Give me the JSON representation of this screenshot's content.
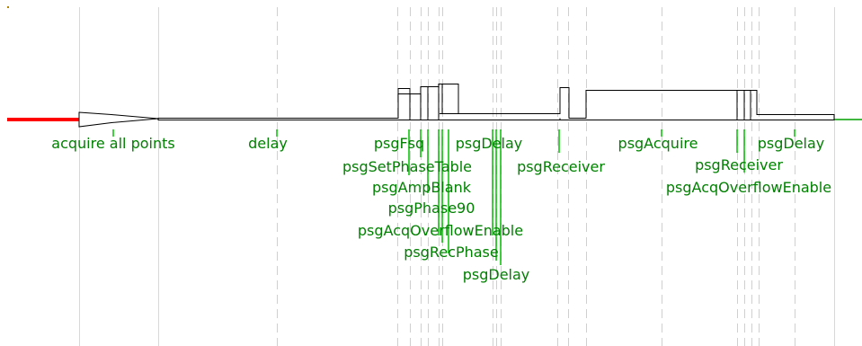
{
  "colors": {
    "background": "#ffffff",
    "grid_solid": "#d8d8d8",
    "grid_dashed": "#cfcfcf",
    "baseline": "#000000",
    "start_segment": "#ff0000",
    "end_segment": "#00a000",
    "label": "#008000",
    "tick": "#00c000",
    "corner_mark": "#b08000"
  },
  "icons": [
    "acquire-loop-arrow-icon"
  ],
  "labels": [
    {
      "text": "acquire all points",
      "row": 0
    },
    {
      "text": "delay",
      "row": 0
    },
    {
      "text": "psgFsq",
      "row": 0
    },
    {
      "text": "psgDelay",
      "row": 0
    },
    {
      "text": "psgAcquire",
      "row": 0
    },
    {
      "text": "psgDelay",
      "row": 0
    },
    {
      "text": "psgSetPhaseTable",
      "row": 1
    },
    {
      "text": "psgReceiver",
      "row": 1
    },
    {
      "text": "psgReceiver",
      "row": 1
    },
    {
      "text": "psgAmpBlank",
      "row": 2
    },
    {
      "text": "psgAcqOverflowEnable",
      "row": 2
    },
    {
      "text": "psgPhase90",
      "row": 3
    },
    {
      "text": "psgAcqOverflowEnable",
      "row": 4
    },
    {
      "text": "psgRecPhase",
      "row": 5
    },
    {
      "text": "psgDelay",
      "row": 6
    }
  ]
}
